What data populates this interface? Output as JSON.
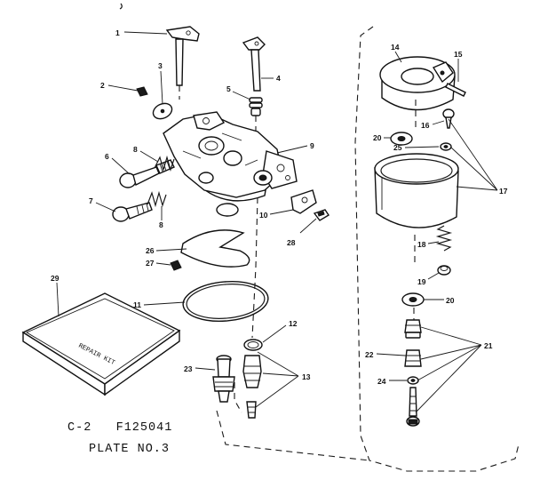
{
  "callouts": {
    "p1": "1",
    "p2": "2",
    "p3": "3",
    "p4": "4",
    "p5": "5",
    "p6": "6",
    "p7": "7",
    "p8a": "8",
    "p8b": "8",
    "p9": "9",
    "p10": "10",
    "p11": "11",
    "p12": "12",
    "p13": "13",
    "p14": "14",
    "p15": "15",
    "p16": "16",
    "p17": "17",
    "p18": "18",
    "p19": "19",
    "p20a": "20",
    "p20b": "20",
    "p21": "21",
    "p22": "22",
    "p23": "23",
    "p24": "24",
    "p25": "25",
    "p26": "26",
    "p27": "27",
    "p28": "28",
    "p29": "29"
  },
  "kit_label": "REPAIR KIT",
  "caption": {
    "line1": "C-2   F125041",
    "line2": "PLATE NO.3"
  }
}
